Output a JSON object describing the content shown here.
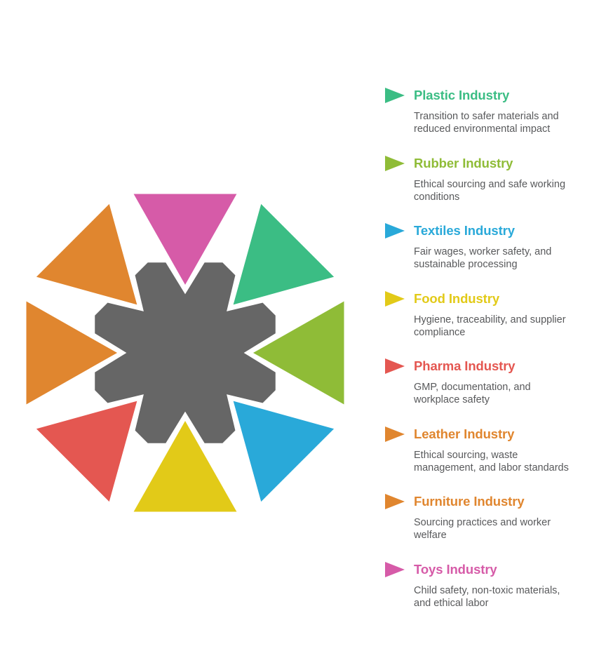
{
  "page": {
    "background_color": "#ffffff"
  },
  "diagram": {
    "center_shape": "gear-octagon-8-notches",
    "center_color": "#666666",
    "outline_color": "#ffffff"
  },
  "text_colors": {
    "description": "#58595b"
  },
  "industries": [
    {
      "name": "Plastic Industry",
      "description": "Transition to safer materials and reduced environmental impact",
      "color": "#3bbd84",
      "angle_deg": 45
    },
    {
      "name": "Rubber Industry",
      "description": "Ethical sourcing and safe working conditions",
      "color": "#8fbc37",
      "angle_deg": 90
    },
    {
      "name": "Textiles Industry",
      "description": "Fair wages, worker safety, and sustainable processing",
      "color": "#29a9d9",
      "angle_deg": 135
    },
    {
      "name": "Food Industry",
      "description": "Hygiene, traceability, and supplier compliance",
      "color": "#e2ca18",
      "angle_deg": 180
    },
    {
      "name": "Pharma Industry",
      "description": "GMP, documentation, and workplace safety",
      "color": "#e45751",
      "angle_deg": 225
    },
    {
      "name": "Leather Industry",
      "description": "Ethical sourcing, waste management, and labor standards",
      "color": "#e0862f",
      "angle_deg": 270
    },
    {
      "name": "Furniture Industry",
      "description": "Sourcing practices and worker welfare",
      "color": "#e0862f",
      "angle_deg": 315
    },
    {
      "name": "Toys Industry",
      "description": "Child safety, non-toxic materials, and ethical labor",
      "color": "#d65ba8",
      "angle_deg": 0
    }
  ]
}
